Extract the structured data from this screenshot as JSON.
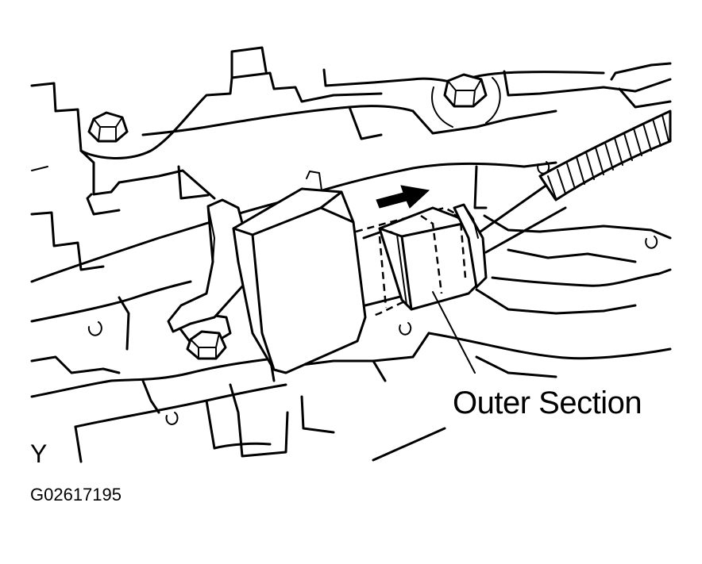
{
  "labels": {
    "callout": "Outer Section",
    "view_letter": "Y",
    "figure_id": "G02617195"
  }
}
